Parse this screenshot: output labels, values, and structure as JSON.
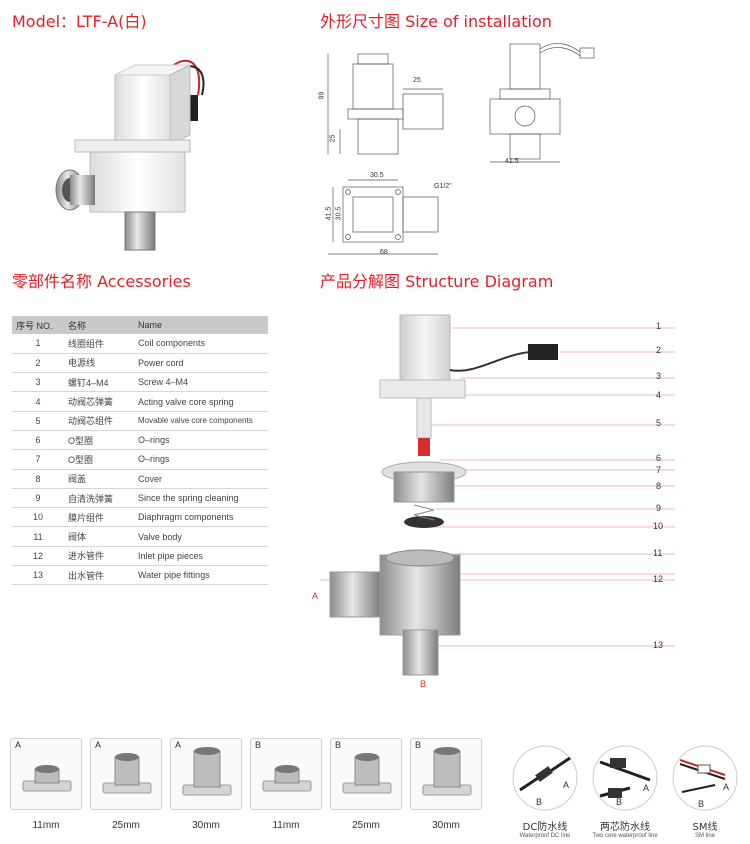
{
  "headings": {
    "model": "Model：LTF-A(白)",
    "installation": "外形尺寸图 Size of installation",
    "accessories": "零部件名称 Accessories",
    "structure": "产品分解图 Structure Diagram"
  },
  "dimensions": {
    "side_height": "99",
    "side_outlet": "25",
    "side_bottom": "25",
    "front_width": "41.5",
    "top_width": "30.5",
    "top_thread": "G1/2\"",
    "top_h1": "41.5",
    "top_h2": "30.5",
    "top_length": "68"
  },
  "accessories": {
    "headers": {
      "no": "序号 NO.",
      "cn": "名称",
      "name": "Name"
    },
    "rows": [
      {
        "no": "1",
        "cn": "线圈组件",
        "name": "Coil components"
      },
      {
        "no": "2",
        "cn": "电源线",
        "name": "Power cord"
      },
      {
        "no": "3",
        "cn": "螺钉4–M4",
        "name": "Screw 4–M4"
      },
      {
        "no": "4",
        "cn": "动阀芯弹簧",
        "name": "Acting valve core spring"
      },
      {
        "no": "5",
        "cn": "动阀芯组件",
        "name": "Movable valve core components"
      },
      {
        "no": "6",
        "cn": "O型圈",
        "name": "O–rings"
      },
      {
        "no": "7",
        "cn": "O型圈",
        "name": "O–rings"
      },
      {
        "no": "8",
        "cn": "阀盖",
        "name": "Cover"
      },
      {
        "no": "9",
        "cn": "自清洗弹簧",
        "name": "Since the spring cleaning"
      },
      {
        "no": "10",
        "cn": "膜片组件",
        "name": "Diaphragm components"
      },
      {
        "no": "11",
        "cn": "阀体",
        "name": "Valve body"
      },
      {
        "no": "12",
        "cn": "进水管件",
        "name": "Inlet pipe pieces"
      },
      {
        "no": "13",
        "cn": "出水管件",
        "name": "Water pipe fittings"
      }
    ]
  },
  "structure": {
    "callouts": [
      "1",
      "2",
      "3",
      "4",
      "5",
      "6",
      "7",
      "8",
      "9",
      "10",
      "11",
      "12",
      "13"
    ],
    "port_a": "A",
    "port_b": "B"
  },
  "fittings": [
    {
      "tag": "A",
      "size": "11mm"
    },
    {
      "tag": "A",
      "size": "25mm"
    },
    {
      "tag": "A",
      "size": "30mm"
    },
    {
      "tag": "B",
      "size": "11mm"
    },
    {
      "tag": "B",
      "size": "25mm"
    },
    {
      "tag": "B",
      "size": "30mm"
    }
  ],
  "wires": [
    {
      "cn": "DC防水线",
      "en": "Waterproof DC line",
      "a": "A",
      "b": "B"
    },
    {
      "cn": "两芯防水线",
      "en": "Two core waterproof line",
      "a": "A",
      "b": "B"
    },
    {
      "cn": "SM线",
      "en": "SM line",
      "a": "A",
      "b": "B"
    }
  ],
  "colors": {
    "accent": "#e0202a",
    "callout_line": "#e8a0a8"
  }
}
